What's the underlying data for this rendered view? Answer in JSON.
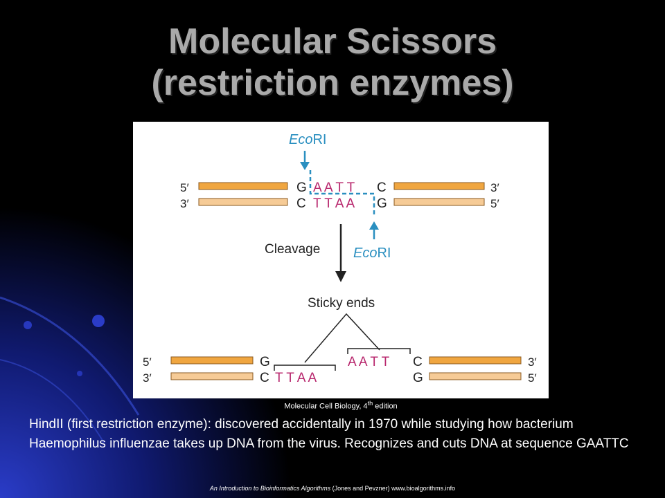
{
  "slide": {
    "title_line1": "Molecular Scissors",
    "title_line2": "(restriction enzymes)",
    "caption_prefix": "Molecular Cell Biology, 4",
    "caption_sup": "th",
    "caption_suffix": " edition",
    "body": "HindII (first restriction enzyme): discovered accidentally in 1970 while studying how bacterium Haemophilus influenzae takes up DNA from the virus. Recognizes and cuts DNA at sequence GAATTC",
    "footer_italic": "An Introduction to Bioinformatics Algorithms",
    "footer_rest": " (Jones and Pevzner) www.bioalgorithms.info"
  },
  "diagram": {
    "enzyme_italic": "Eco",
    "enzyme_rest": "RI",
    "label_5p": "5′",
    "label_3p": "3′",
    "top_left_base": "G",
    "top_site": "A A T T",
    "top_right_base": "C",
    "bottom_left_base": "C",
    "bottom_site": "T T A A",
    "bottom_right_base": "G",
    "cleavage_label": "Cleavage",
    "sticky_label": "Sticky ends",
    "colors": {
      "strand_dark": "#f0a640",
      "strand_light": "#f6cb96",
      "site": "#b8286e",
      "cut": "#2a8fc0"
    }
  }
}
